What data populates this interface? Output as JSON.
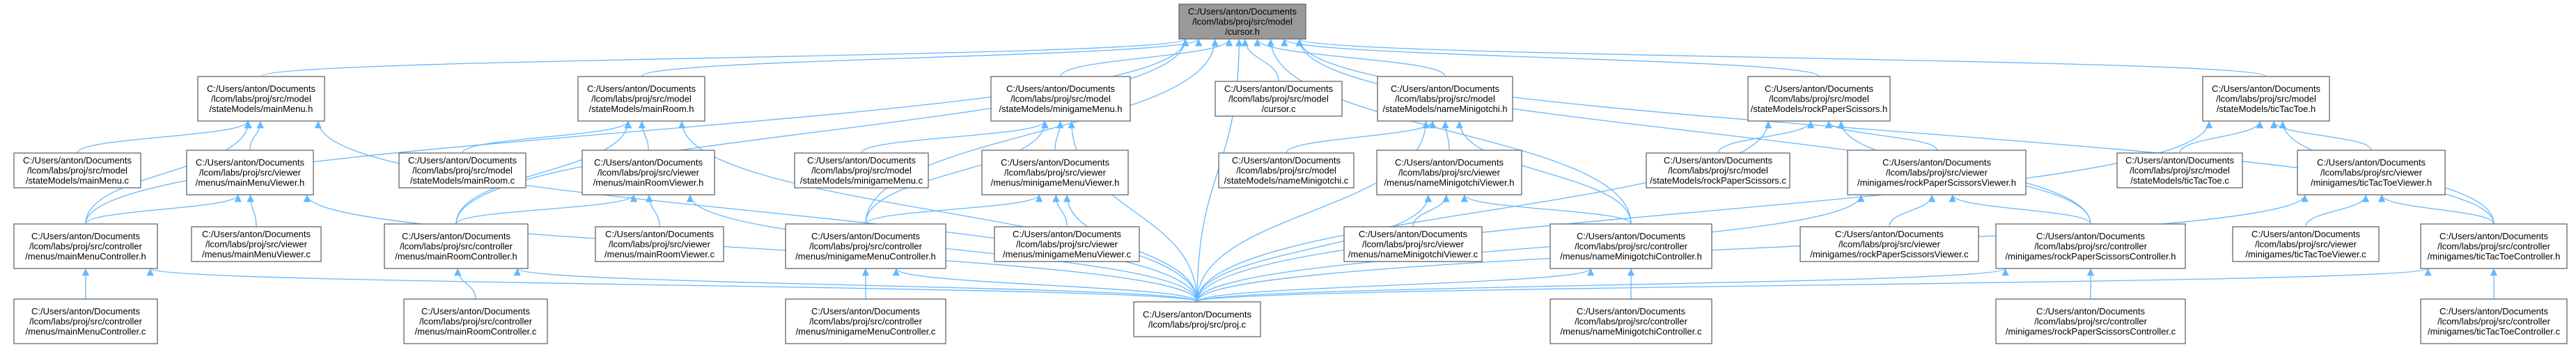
{
  "root": "S",
  "nodes": {
    "S": {
      "lines": [
        "C:/Users/anton/Documents",
        "/lcom/labs/proj/src/model",
        "/cursor.h"
      ]
    },
    "MM": {
      "lines": [
        "C:/Users/anton/Documents",
        "/lcom/labs/proj/src/model",
        "/stateModels/mainMenu.h"
      ]
    },
    "MR": {
      "lines": [
        "C:/Users/anton/Documents",
        "/lcom/labs/proj/src/model",
        "/stateModels/mainRoom.h"
      ]
    },
    "MG": {
      "lines": [
        "C:/Users/anton/Documents",
        "/lcom/labs/proj/src/model",
        "/stateModels/minigameMenu.h"
      ]
    },
    "CC": {
      "lines": [
        "C:/Users/anton/Documents",
        "/lcom/labs/proj/src/model",
        "/cursor.c"
      ]
    },
    "NM": {
      "lines": [
        "C:/Users/anton/Documents",
        "/lcom/labs/proj/src/model",
        "/stateModels/nameMinigotchi.h"
      ]
    },
    "RP": {
      "lines": [
        "C:/Users/anton/Documents",
        "/lcom/labs/proj/src/model",
        "/stateModels/rockPaperScissors.h"
      ]
    },
    "TT": {
      "lines": [
        "C:/Users/anton/Documents",
        "/lcom/labs/proj/src/model",
        "/stateModels/ticTacToe.h"
      ]
    },
    "MMc": {
      "lines": [
        "C:/Users/anton/Documents",
        "/lcom/labs/proj/src/model",
        "/stateModels/mainMenu.c"
      ]
    },
    "MMV": {
      "lines": [
        "C:/Users/anton/Documents",
        "/lcom/labs/proj/src/viewer",
        "/menus/mainMenuViewer.h"
      ]
    },
    "MRc": {
      "lines": [
        "C:/Users/anton/Documents",
        "/lcom/labs/proj/src/model",
        "/stateModels/mainRoom.c"
      ]
    },
    "MRV": {
      "lines": [
        "C:/Users/anton/Documents",
        "/lcom/labs/proj/src/viewer",
        "/menus/mainRoomViewer.h"
      ]
    },
    "MGc": {
      "lines": [
        "C:/Users/anton/Documents",
        "/lcom/labs/proj/src/model",
        "/stateModels/minigameMenu.c"
      ]
    },
    "MGV": {
      "lines": [
        "C:/Users/anton/Documents",
        "/lcom/labs/proj/src/viewer",
        "/menus/minigameMenuViewer.h"
      ]
    },
    "NMc": {
      "lines": [
        "C:/Users/anton/Documents",
        "/lcom/labs/proj/src/model",
        "/stateModels/nameMinigotchi.c"
      ]
    },
    "NMV": {
      "lines": [
        "C:/Users/anton/Documents",
        "/lcom/labs/proj/src/viewer",
        "/menus/nameMinigotchiViewer.h"
      ]
    },
    "RPc": {
      "lines": [
        "C:/Users/anton/Documents",
        "/lcom/labs/proj/src/model",
        "/stateModels/rockPaperScissors.c"
      ]
    },
    "RPV": {
      "lines": [
        "C:/Users/anton/Documents",
        "/lcom/labs/proj/src/viewer",
        "/minigames/rockPaperScissorsViewer.h"
      ]
    },
    "TTc": {
      "lines": [
        "C:/Users/anton/Documents",
        "/lcom/labs/proj/src/model",
        "/stateModels/ticTacToe.c"
      ]
    },
    "TTV": {
      "lines": [
        "C:/Users/anton/Documents",
        "/lcom/labs/proj/src/viewer",
        "/minigames/ticTacToeViewer.h"
      ]
    },
    "MMC": {
      "lines": [
        "C:/Users/anton/Documents",
        "/lcom/labs/proj/src/controller",
        "/menus/mainMenuController.h"
      ]
    },
    "MMVc": {
      "lines": [
        "C:/Users/anton/Documents",
        "/lcom/labs/proj/src/viewer",
        "/menus/mainMenuViewer.c"
      ]
    },
    "MRC": {
      "lines": [
        "C:/Users/anton/Documents",
        "/lcom/labs/proj/src/controller",
        "/menus/mainRoomController.h"
      ]
    },
    "MRVc": {
      "lines": [
        "C:/Users/anton/Documents",
        "/lcom/labs/proj/src/viewer",
        "/menus/mainRoomViewer.c"
      ]
    },
    "MGC": {
      "lines": [
        "C:/Users/anton/Documents",
        "/lcom/labs/proj/src/controller",
        "/menus/minigameMenuController.h"
      ]
    },
    "MGVc": {
      "lines": [
        "C:/Users/anton/Documents",
        "/lcom/labs/proj/src/viewer",
        "/menus/minigameMenuViewer.c"
      ]
    },
    "NMVc": {
      "lines": [
        "C:/Users/anton/Documents",
        "/lcom/labs/proj/src/viewer",
        "/menus/nameMinigotchiViewer.c"
      ]
    },
    "NMC": {
      "lines": [
        "C:/Users/anton/Documents",
        "/lcom/labs/proj/src/controller",
        "/menus/nameMinigotchiController.h"
      ]
    },
    "RPVc": {
      "lines": [
        "C:/Users/anton/Documents",
        "/lcom/labs/proj/src/viewer",
        "/minigames/rockPaperScissorsViewer.c"
      ]
    },
    "RPC": {
      "lines": [
        "C:/Users/anton/Documents",
        "/lcom/labs/proj/src/controller",
        "/minigames/rockPaperScissorsController.h"
      ]
    },
    "TTVc": {
      "lines": [
        "C:/Users/anton/Documents",
        "/lcom/labs/proj/src/viewer",
        "/minigames/ticTacToeViewer.c"
      ]
    },
    "TTC": {
      "lines": [
        "C:/Users/anton/Documents",
        "/lcom/labs/proj/src/controller",
        "/minigames/ticTacToeController.h"
      ]
    },
    "MMCc": {
      "lines": [
        "C:/Users/anton/Documents",
        "/lcom/labs/proj/src/controller",
        "/menus/mainMenuController.c"
      ]
    },
    "PROJ": {
      "lines": [
        "C:/Users/anton/Documents",
        "/lcom/labs/proj/src/proj.c"
      ]
    },
    "MRCc": {
      "lines": [
        "C:/Users/anton/Documents",
        "/lcom/labs/proj/src/controller",
        "/menus/mainRoomController.c"
      ]
    },
    "MGCc": {
      "lines": [
        "C:/Users/anton/Documents",
        "/lcom/labs/proj/src/controller",
        "/menus/minigameMenuController.c"
      ]
    },
    "NMCc": {
      "lines": [
        "C:/Users/anton/Documents",
        "/lcom/labs/proj/src/controller",
        "/menus/nameMinigotchiController.c"
      ]
    },
    "RPCc": {
      "lines": [
        "C:/Users/anton/Documents",
        "/lcom/labs/proj/src/controller",
        "/minigames/rockPaperScissorsController.c"
      ]
    },
    "TTCc": {
      "lines": [
        "C:/Users/anton/Documents",
        "/lcom/labs/proj/src/controller",
        "/minigames/ticTacToeController.c"
      ]
    }
  },
  "edges": [
    [
      "MM",
      "S"
    ],
    [
      "MR",
      "S"
    ],
    [
      "MG",
      "S"
    ],
    [
      "CC",
      "S"
    ],
    [
      "NM",
      "S"
    ],
    [
      "RP",
      "S"
    ],
    [
      "TT",
      "S"
    ],
    [
      "PROJ",
      "S"
    ],
    [
      "MMC",
      "S"
    ],
    [
      "MRC",
      "S"
    ],
    [
      "MGC",
      "S"
    ],
    [
      "NMC",
      "S"
    ],
    [
      "RPC",
      "S"
    ],
    [
      "TTC",
      "S"
    ],
    [
      "MMc",
      "MM"
    ],
    [
      "MMV",
      "MM"
    ],
    [
      "MMC",
      "MM"
    ],
    [
      "PROJ",
      "MM"
    ],
    [
      "MRc",
      "MR"
    ],
    [
      "MRV",
      "MR"
    ],
    [
      "MRC",
      "MR"
    ],
    [
      "PROJ",
      "MR"
    ],
    [
      "MGc",
      "MG"
    ],
    [
      "MGV",
      "MG"
    ],
    [
      "MGC",
      "MG"
    ],
    [
      "PROJ",
      "MG"
    ],
    [
      "NMc",
      "NM"
    ],
    [
      "NMV",
      "NM"
    ],
    [
      "NMC",
      "NM"
    ],
    [
      "PROJ",
      "NM"
    ],
    [
      "RPc",
      "RP"
    ],
    [
      "RPV",
      "RP"
    ],
    [
      "RPC",
      "RP"
    ],
    [
      "PROJ",
      "RP"
    ],
    [
      "TTc",
      "TT"
    ],
    [
      "TTV",
      "TT"
    ],
    [
      "TTC",
      "TT"
    ],
    [
      "PROJ",
      "TT"
    ],
    [
      "MMC",
      "MMV"
    ],
    [
      "MMVc",
      "MMV"
    ],
    [
      "PROJ",
      "MMV"
    ],
    [
      "MRC",
      "MRV"
    ],
    [
      "MRVc",
      "MRV"
    ],
    [
      "PROJ",
      "MRV"
    ],
    [
      "MGC",
      "MGV"
    ],
    [
      "MGVc",
      "MGV"
    ],
    [
      "PROJ",
      "MGV"
    ],
    [
      "NMVc",
      "NMV"
    ],
    [
      "NMC",
      "NMV"
    ],
    [
      "PROJ",
      "NMV"
    ],
    [
      "RPVc",
      "RPV"
    ],
    [
      "RPC",
      "RPV"
    ],
    [
      "PROJ",
      "RPV"
    ],
    [
      "TTVc",
      "TTV"
    ],
    [
      "TTC",
      "TTV"
    ],
    [
      "PROJ",
      "TTV"
    ],
    [
      "MMCc",
      "MMC"
    ],
    [
      "PROJ",
      "MMC"
    ],
    [
      "MRCc",
      "MRC"
    ],
    [
      "PROJ",
      "MRC"
    ],
    [
      "MGCc",
      "MGC"
    ],
    [
      "PROJ",
      "MGC"
    ],
    [
      "NMCc",
      "NMC"
    ],
    [
      "PROJ",
      "NMC"
    ],
    [
      "RPCc",
      "RPC"
    ],
    [
      "PROJ",
      "RPC"
    ],
    [
      "TTCc",
      "TTC"
    ],
    [
      "PROJ",
      "TTC"
    ]
  ],
  "colors": {
    "edge": "#63b8ff",
    "node_border": "#666666",
    "root_fill": "#999999",
    "node_fill": "#ffffff"
  }
}
